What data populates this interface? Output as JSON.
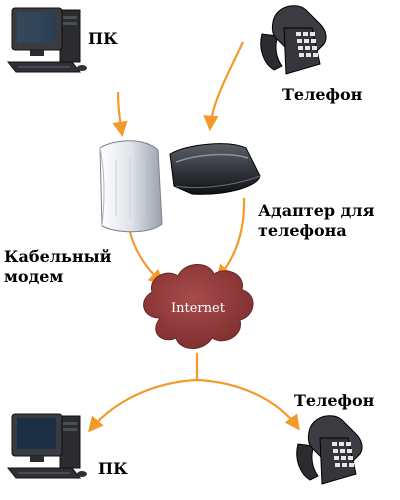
{
  "labels": {
    "pc_top": "ПК",
    "phone_top": "Телефон",
    "adapter_line1": "Адаптер для",
    "adapter_line2": "телефона",
    "modem_line1": "Кабельный",
    "modem_line2": "модем",
    "internet": "Internet",
    "phone_bottom": "Телефон",
    "pc_bottom": "ПК"
  },
  "icons": {
    "pc_top": "desktop-computer-icon",
    "phone_top": "desk-telephone-icon",
    "modem": "cable-modem-icon",
    "adapter": "phone-adapter-icon",
    "cloud": "internet-cloud-icon",
    "pc_bottom": "desktop-computer-icon",
    "phone_bottom": "desk-telephone-icon"
  },
  "colors": {
    "arrow": "#f39a2a",
    "cloud": "#8e3a3a",
    "cloud_text": "#ffffff"
  }
}
